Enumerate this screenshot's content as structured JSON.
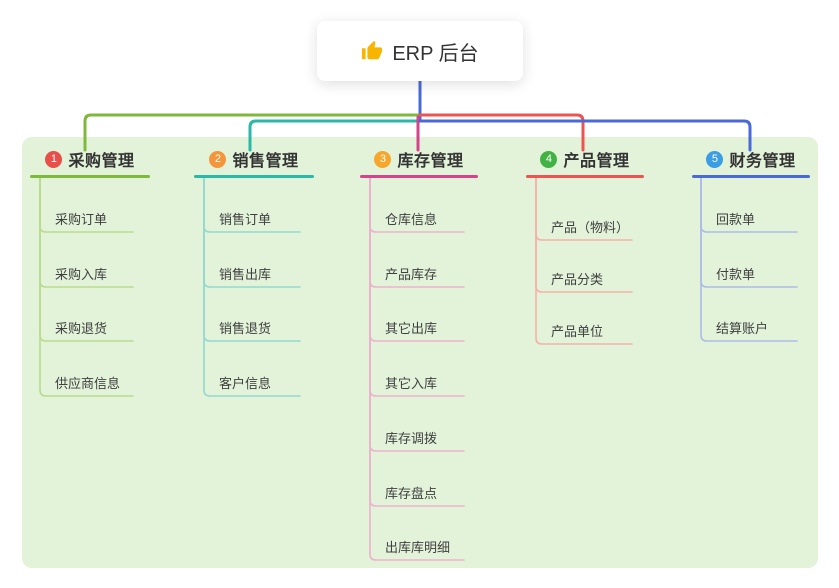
{
  "canvas": {
    "bg": "#e2f3d9"
  },
  "root": {
    "label": "ERP 后台",
    "icon": "thumbs-up-icon",
    "icon_color": "#f7b500",
    "stem_color": "#4a69d9"
  },
  "branches": [
    {
      "num": "1",
      "label": "采购管理",
      "badge_color": "#e94f4a",
      "line_color": "#7fb93c",
      "child_line_color": "#b9db8e",
      "children": [
        "采购订单",
        "采购入库",
        "采购退货",
        "供应商信息"
      ]
    },
    {
      "num": "2",
      "label": "销售管理",
      "badge_color": "#f5953b",
      "line_color": "#28b9a8",
      "child_line_color": "#93d9cd",
      "children": [
        "销售订单",
        "销售出库",
        "销售退货",
        "客户信息"
      ]
    },
    {
      "num": "3",
      "label": "库存管理",
      "badge_color": "#f7a62c",
      "line_color": "#d8418c",
      "child_line_color": "#ecb1ce",
      "children": [
        "仓库信息",
        "产品库存",
        "其它出库",
        "其它入库",
        "库存调拨",
        "库存盘点",
        "出库库明细"
      ]
    },
    {
      "num": "4",
      "label": "产品管理",
      "badge_color": "#43b244",
      "line_color": "#ee5351",
      "child_line_color": "#f5b1a9",
      "children": [
        "产品（物料）",
        "产品分类",
        "产品单位"
      ]
    },
    {
      "num": "5",
      "label": "财务管理",
      "badge_color": "#3b9de4",
      "line_color": "#4a69d9",
      "child_line_color": "#aebbe9",
      "children": [
        "回款单",
        "付款单",
        "结算账户"
      ]
    }
  ]
}
